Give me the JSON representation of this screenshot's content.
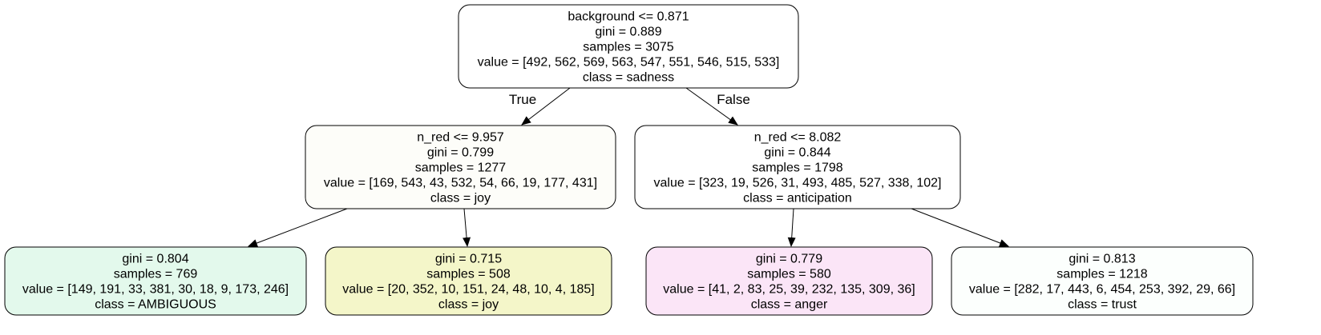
{
  "nodes": [
    {
      "id": "root",
      "lines": [
        "background <= 0.871",
        "gini = 0.889",
        "samples = 3075",
        "value = [492, 562, 569, 563, 547, 551, 546, 515, 533]",
        "class = sadness"
      ],
      "fill": "#ffffff"
    },
    {
      "id": "left",
      "lines": [
        "n_red <= 9.957",
        "gini = 0.799",
        "samples = 1277",
        "value = [169, 543, 43, 532, 54, 66, 19, 177, 431]",
        "class = joy"
      ],
      "fill": "#fdfdf9"
    },
    {
      "id": "right",
      "lines": [
        "n_red <= 8.082",
        "gini = 0.844",
        "samples = 1798",
        "value = [323, 19, 526, 31, 493, 485, 527, 338, 102]",
        "class = anticipation"
      ],
      "fill": "#ffffff"
    },
    {
      "id": "leaf1",
      "lines": [
        "gini = 0.804",
        "samples = 769",
        "value = [149, 191, 33, 381, 30, 18, 9, 173, 246]",
        "class = AMBIGUOUS"
      ],
      "fill": "#e3f9ec"
    },
    {
      "id": "leaf2",
      "lines": [
        "gini = 0.715",
        "samples = 508",
        "value = [20, 352, 10, 151, 24, 48, 10, 4, 185]",
        "class = joy"
      ],
      "fill": "#f4f6c9"
    },
    {
      "id": "leaf3",
      "lines": [
        "gini = 0.779",
        "samples = 580",
        "value = [41, 2, 83, 25, 39, 232, 135, 309, 36]",
        "class = anger"
      ],
      "fill": "#fbe5f7"
    },
    {
      "id": "leaf4",
      "lines": [
        "gini = 0.813",
        "samples = 1218",
        "value = [282, 17, 443, 6, 454, 253, 392, 29, 66]",
        "class = trust"
      ],
      "fill": "#fcfffd"
    }
  ],
  "edges": [
    {
      "from": "root",
      "to": "left",
      "label": "True"
    },
    {
      "from": "root",
      "to": "right",
      "label": "False"
    },
    {
      "from": "left",
      "to": "leaf1",
      "label": ""
    },
    {
      "from": "left",
      "to": "leaf2",
      "label": ""
    },
    {
      "from": "right",
      "to": "leaf3",
      "label": ""
    },
    {
      "from": "right",
      "to": "leaf4",
      "label": ""
    }
  ]
}
